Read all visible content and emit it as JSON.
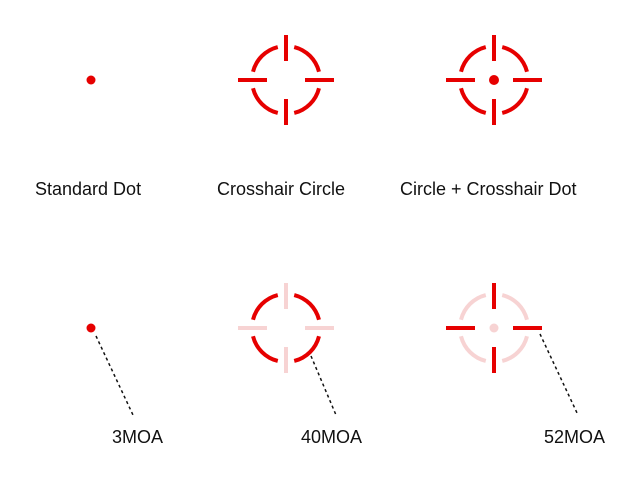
{
  "colors": {
    "red": "#e60000",
    "faded_red": "#f7d3d3",
    "leader": "#111111",
    "text": "#111111",
    "background": "#ffffff"
  },
  "reticles": [
    {
      "name": "standard-dot",
      "label": "Standard Dot",
      "style": "dot"
    },
    {
      "name": "crosshair-circle",
      "label": "Crosshair Circle",
      "style": "circle-crosshair"
    },
    {
      "name": "circle-crosshair-dot",
      "label": "Circle + Crosshair Dot",
      "style": "circle-crosshair-dot"
    }
  ],
  "moa": [
    {
      "name": "3moa",
      "label": "3MOA",
      "highlight": "dot"
    },
    {
      "name": "40moa",
      "label": "40MOA",
      "highlight": "circle"
    },
    {
      "name": "52moa",
      "label": "52MOA",
      "highlight": "crosshair"
    }
  ]
}
